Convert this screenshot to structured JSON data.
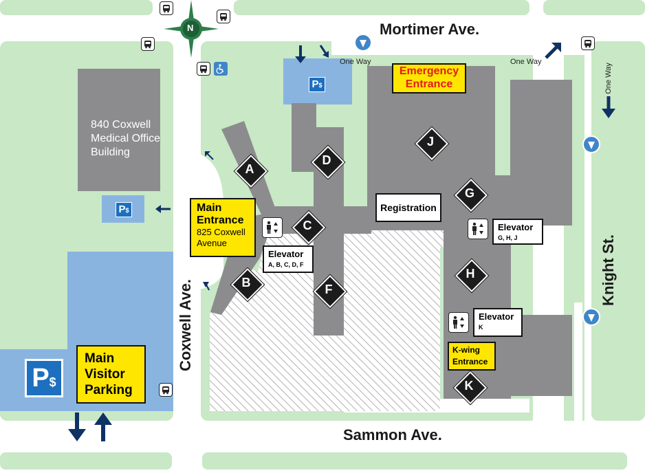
{
  "streets": {
    "mortimer": "Mortimer Ave.",
    "sammon": "Sammon Ave.",
    "coxwell": "Coxwell Ave.",
    "knight": "Knight St."
  },
  "one_way_label": "One Way",
  "medical_building": {
    "line1": "840 Coxwell",
    "line2": "Medical Office",
    "line3": "Building"
  },
  "main_entrance": {
    "title1": "Main",
    "title2": "Entrance",
    "addr1": "825 Coxwell",
    "addr2": "Avenue"
  },
  "emergency_entrance": {
    "line1": "Emergency",
    "line2": "Entrance"
  },
  "registration": "Registration",
  "elevators": [
    {
      "label": "Elevator",
      "wings": "A, B, C, D, F"
    },
    {
      "label": "Elevator",
      "wings": "G, H, J"
    },
    {
      "label": "Elevator",
      "wings": "K"
    }
  ],
  "kwing_entrance": {
    "line1": "K-wing",
    "line2": "Entrance"
  },
  "main_parking": {
    "line1": "Main",
    "line2": "Visitor",
    "line3": "Parking"
  },
  "wings": [
    "A",
    "B",
    "C",
    "D",
    "F",
    "G",
    "H",
    "J",
    "K"
  ],
  "compass_letter": "N",
  "parking_symbol": "P",
  "parking_sub": "$",
  "icons": [
    "bus-icon",
    "accessible-icon",
    "parking-icon",
    "elevator-person-icon",
    "arrow-icon",
    "hospital-marker-icon",
    "compass-icon"
  ],
  "colors": {
    "green": "#c9e8c6",
    "gray": "#8c8c8e",
    "blue": "#89b4e0",
    "blue_dark": "#3f86c8",
    "yellow": "#ffe600",
    "emergency_text": "#e21b1b",
    "arrow_navy": "#0f3264",
    "compass_green": "#2e7d4a"
  }
}
